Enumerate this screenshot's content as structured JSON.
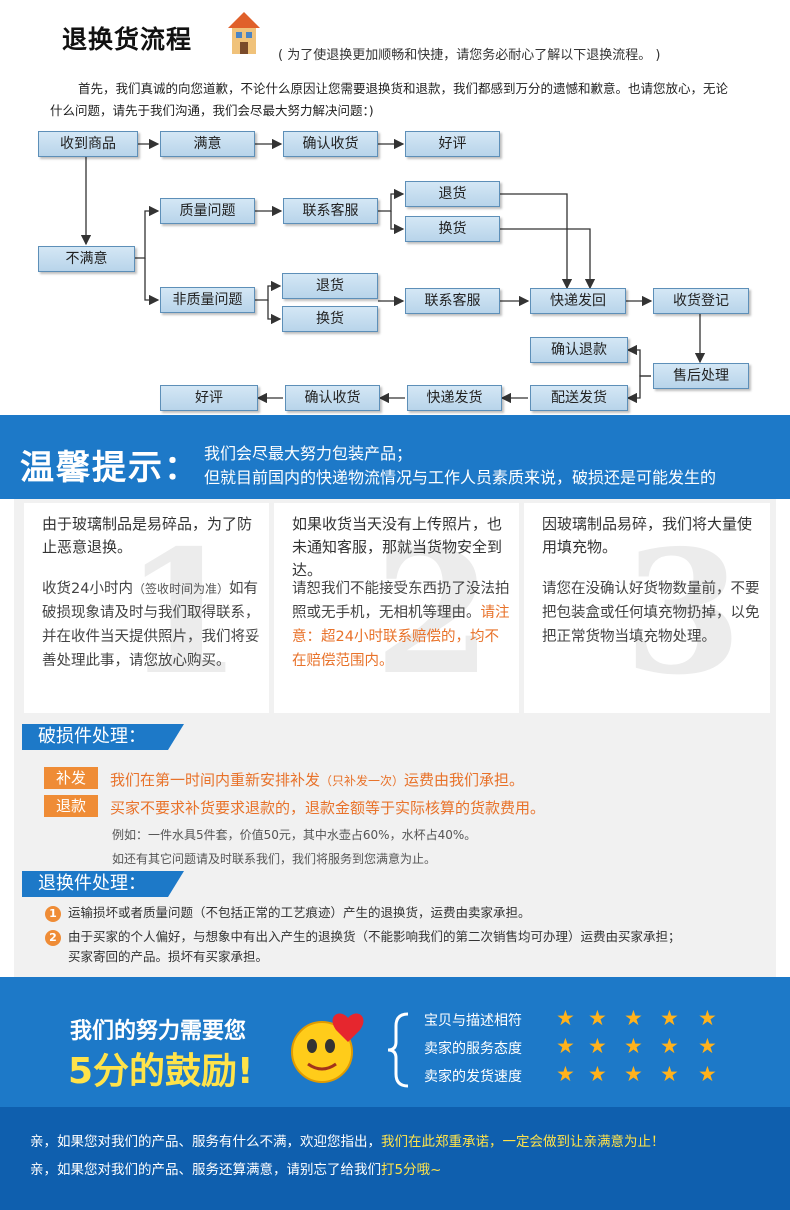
{
  "header": {
    "title": "退换货流程",
    "subtitle": "( 为了使退换更加顺畅和快捷，请您务必耐心了解以下退换流程。 )",
    "intro": "首先，我们真诚的向您道歉，不论什么原因让您需要退换货和退款，我们都感到万分的遗憾和歉意。也请您放心，无论什么问题，请先于我们沟通，我们会尽最大努力解决问题：)"
  },
  "flow": {
    "received": "收到商品",
    "satisfied": "满意",
    "confirm_receipt": "确认收货",
    "good_review": "好评",
    "unsatisfied": "不满意",
    "quality_issue": "质量问题",
    "non_quality_issue": "非质量问题",
    "contact_service": "联系客服",
    "return": "退货",
    "exchange": "换货",
    "ship_back": "快递发回",
    "receipt_register": "收货登记",
    "after_sales": "售后处理",
    "confirm_refund": "确认退款",
    "deliver_goods": "配送发货",
    "express_ship": "快递发货"
  },
  "banner": {
    "title": "温馨提示：",
    "line1": "我们会尽最大努力包装产品；",
    "line2": "但就目前国内的快递物流情况与工作人员素质来说，破损还是可能发生的"
  },
  "cards": [
    {
      "lead": "由于玻璃制品是易碎品，为了防止恶意退换。",
      "body_a": "收货24小时内",
      "body_note": "（签收时间为准）",
      "body_b": "如有破损现象请及时与我们取得联系，并在收件当天提供照片，我们将妥善处理此事，请您放心购买。",
      "num": "1"
    },
    {
      "lead": "如果收货当天没有上传照片，也未通知客服，那就当货物安全到达。",
      "body_a": "请恕我们不能接受东西扔了没法拍照或无手机，无相机等理由。",
      "body_hl": "请注意：超24小时联系赔偿的，均不在赔偿范围内。",
      "num": "2"
    },
    {
      "lead": "因玻璃制品易碎，我们将大量使用填充物。",
      "body_a": "请您在没确认好货物数量前，不要把包装盒或任何填充物扔掉，以免把正常货物当填充物处理。",
      "num": "3"
    }
  ],
  "damage": {
    "title": "破损件处理：",
    "reissue_badge": "补发",
    "reissue_text_a": "我们在第一时间内重新安排补发",
    "reissue_note": "（只补发一次）",
    "reissue_text_b": "运费由我们承担。",
    "refund_badge": "退款",
    "refund_text": "买家不要求补货要求退款的，退款金额等于实际核算的货款费用。",
    "example": "例如：一件水具5件套，价值50元，其中水壶占60%，水杯占40%。",
    "other": "如还有其它问题请及时联系我们，我们将服务到您满意为止。"
  },
  "return": {
    "title": "退换件处理：",
    "item1": "运输损坏或者质量问题（不包括正常的工艺痕迹）产生的退换货，运费由卖家承担。",
    "item2a": "由于买家的个人偏好，与想象中有出入产生的退换货（不能影响我们的第二次销售均可办理）运费由买家承担；",
    "item2b": "买家寄回的产品。损坏有买家承担。"
  },
  "rating": {
    "line1": "我们的努力需要您",
    "line2": "5分的鼓励!",
    "criteria": [
      "宝贝与描述相符",
      "卖家的服务态度",
      "卖家的发货速度"
    ],
    "stars": 5
  },
  "footer": {
    "line1a": "亲，如果您对我们的产品、服务有什么不满，欢迎您指出，",
    "line1b": "我们在此郑重承诺，一定会做到让亲满意为止！",
    "line2a": "亲，如果您对我们的产品、服务还算满意，请别忘了给我们",
    "line2b": "打5分哦~"
  },
  "colors": {
    "accent_blue": "#1d79c8",
    "orange": "#ef8c36",
    "star": "#ffb21c",
    "yellow": "#ffe34a"
  }
}
